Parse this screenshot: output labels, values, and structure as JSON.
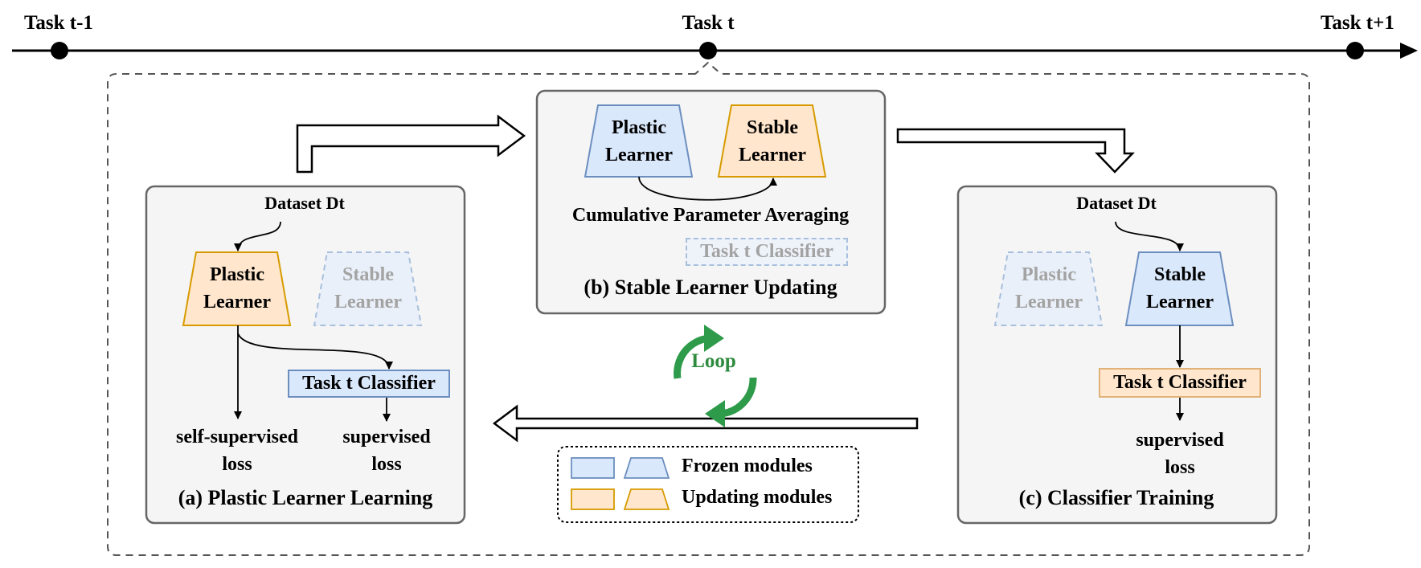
{
  "timeline": {
    "task_prev": "Task t-1",
    "task_cur": "Task t",
    "task_next": "Task t+1"
  },
  "panel_a": {
    "dataset": "Dataset Dt",
    "plastic": [
      "Plastic",
      "Learner"
    ],
    "stable": [
      "Stable",
      "Learner"
    ],
    "classifier": "Task t Classifier",
    "self_loss": [
      "self-supervised",
      "loss"
    ],
    "sup_loss": [
      "supervised",
      "loss"
    ],
    "caption": "(a) Plastic Learner Learning"
  },
  "panel_b": {
    "plastic": [
      "Plastic",
      "Learner"
    ],
    "stable": [
      "Stable",
      "Learner"
    ],
    "averaging": "Cumulative Parameter Averaging",
    "classifier": "Task t Classifier",
    "caption": "(b) Stable Learner Updating"
  },
  "panel_c": {
    "dataset": "Dataset Dt",
    "plastic": [
      "Plastic",
      "Learner"
    ],
    "stable": [
      "Stable",
      "Learner"
    ],
    "classifier": "Task t Classifier",
    "sup_loss": [
      "supervised",
      "loss"
    ],
    "caption": "(c) Classifier Training"
  },
  "loop_label": "Loop",
  "legend": {
    "frozen": "Frozen modules",
    "updating": "Updating modules"
  },
  "colors": {
    "frozen_fill": "#dae8fc",
    "frozen_stroke": "#6c8ebf",
    "updating_fill": "#ffe6cc",
    "updating_stroke": "#d79b00",
    "panel_fill": "#f5f5f5",
    "loop_green": "#2e8b3e"
  }
}
